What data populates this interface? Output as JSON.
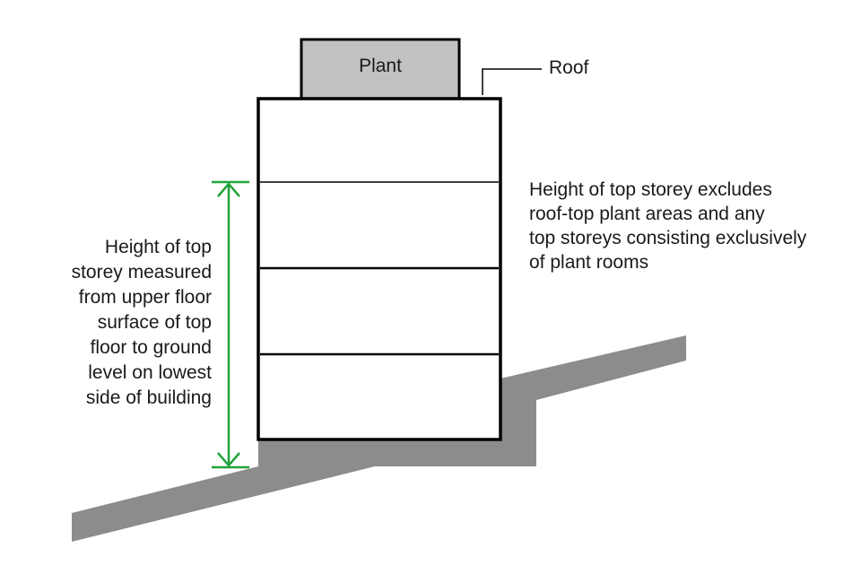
{
  "labels": {
    "plant": "Plant",
    "roof": "Roof"
  },
  "right_note": {
    "lines": [
      "Height of top storey excludes",
      "roof-top plant areas and any",
      "top storeys consisting exclusively",
      "of plant rooms"
    ]
  },
  "left_note": {
    "lines": [
      "Height of top",
      "storey measured",
      "from upper floor",
      "surface of top",
      "floor to ground",
      "level on lowest",
      "side of building"
    ]
  },
  "colors": {
    "ground": "#8c8c8c",
    "plant_fill": "#c2c2c2",
    "outline": "#000000",
    "dimension_arrow": "#22a33a",
    "text": "#1a1a1a"
  }
}
